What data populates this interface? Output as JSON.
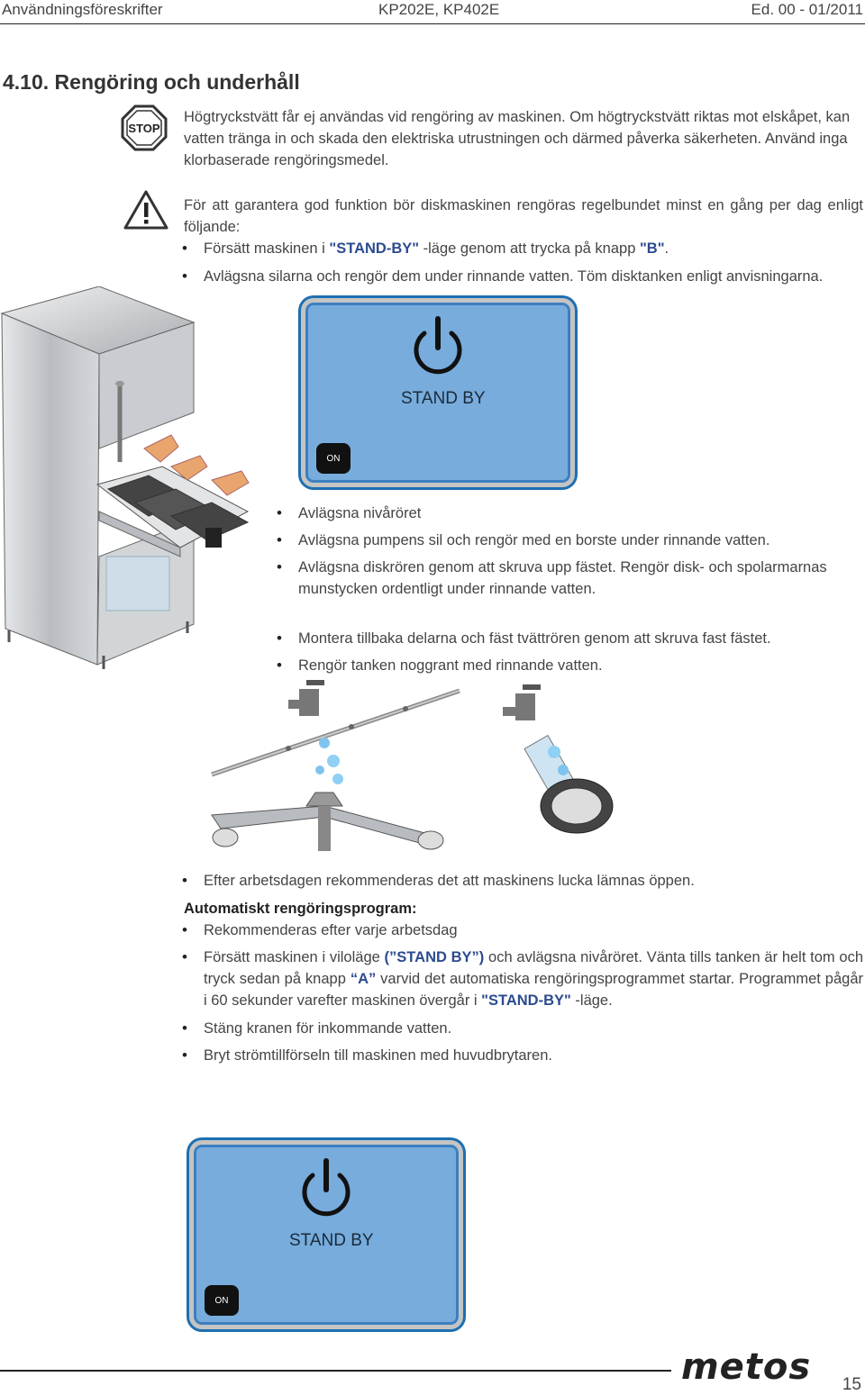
{
  "header": {
    "left": "Användningsföreskrifter",
    "center": "KP202E, KP402E",
    "right": "Ed. 00 - 01/2011"
  },
  "section": {
    "title": "4.10. Rengöring och underhåll"
  },
  "stop_note": {
    "icon": "stop-sign-icon",
    "text": "Högtryckstvätt får ej användas vid rengöring av maskinen. Om högtryckstvätt riktas mot elskåpet, kan vatten tränga in och skada den elektriska utrustningen och därmed påverka säkerheten. Använd inga klorbaserade rengöringsmedel."
  },
  "warning_note": {
    "icon": "warning-triangle-icon",
    "intro": "För att garantera god funktion bör diskmaskinen rengöras regelbundet minst en gång per dag enligt följande:",
    "bullets": [
      {
        "pre": "Försätt maskinen i ",
        "hl1": "\"STAND-BY\"",
        "mid": " -läge genom att trycka på knapp ",
        "hl2": "\"B\"",
        "post": "."
      },
      {
        "text": "Avlägsna silarna och rengör dem under rinnande vatten. Töm disktanken enligt anvisningarna."
      }
    ]
  },
  "panel_top": {
    "label": "STAND BY",
    "button": "ON"
  },
  "steps_middle": [
    "Avlägsna nivåröret",
    "Avlägsna pumpens sil och rengör med en borste under rinnande vatten.",
    "Avlägsna diskrören genom att skruva upp fästet. Rengör disk- och spolarmarnas munstycken ordentligt under rinnande vatten.",
    "Montera tillbaka delarna och fäst tvättrören genom att skruva fast fästet.",
    "Rengör tanken noggrant med rinnande vatten."
  ],
  "after_day": "Efter arbetsdagen rekommenderas det att maskinens lucka lämnas öppen.",
  "auto_program": {
    "heading": "Automatiskt rengöringsprogram:",
    "b1": "Rekommenderas efter varje arbetsdag",
    "b2_pre": "Försätt maskinen i viloläge ",
    "b2_hl1": "(”STAND BY”)",
    "b2_mid": " och avlägsna nivåröret. Vänta tills tanken är helt tom och tryck sedan på knapp ",
    "b2_hl2": "“A”",
    "b2_mid2": " varvid det automatiska rengöringsprogrammet startar. Programmet pågår i 60 sekunder varefter maskinen övergår i ",
    "b2_hl3": "\"STAND-BY\"",
    "b2_post": " -läge.",
    "b3": "Stäng kranen för inkommande vatten.",
    "b4": "Bryt strömtillförseln till maskinen med huvudbrytaren."
  },
  "panel_bottom": {
    "label": "STAND BY",
    "button": "ON"
  },
  "footer": {
    "logo": "metos",
    "page": "15"
  },
  "colors": {
    "panel": "#77acdc",
    "panel_border": "#1d6fb1",
    "highlight": "#2c4b8f"
  }
}
